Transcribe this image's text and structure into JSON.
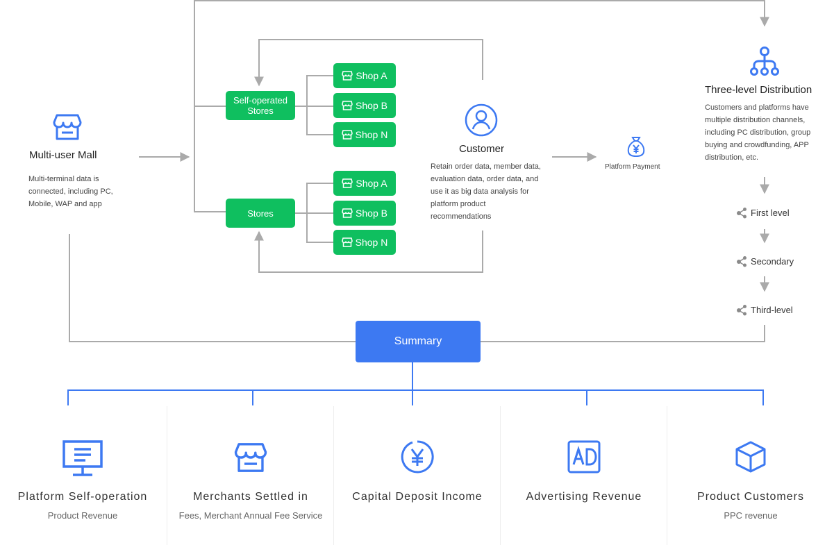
{
  "colors": {
    "green": "#0fbf5f",
    "blue": "#3d79f2",
    "connector_gray": "#aaaaaa"
  },
  "mall": {
    "icon": "store-icon",
    "title": "Multi-user Mall",
    "description": "Multi-terminal data is connected, including PC, Mobile, WAP and app"
  },
  "stores": {
    "self_operated_label_line1": "Self-operated",
    "self_operated_label_line2": "Stores",
    "stores_label": "Stores",
    "self_operated_shops": [
      "Shop A",
      "Shop B",
      "Shop N"
    ],
    "stores_shops": [
      "Shop A",
      "Shop B",
      "Shop N"
    ]
  },
  "customer": {
    "icon": "user-circle-icon",
    "title": "Customer",
    "description": "Retain order data, member data, evaluation data, order data, and use it as big data analysis for platform product recommendations"
  },
  "payment": {
    "icon": "money-bag-icon",
    "label": "Platform Payment"
  },
  "distribution": {
    "icon": "hierarchy-icon",
    "title": "Three-level Distribution",
    "description": "Customers and platforms have multiple distribution channels, including PC distribution,  group buying and crowdfunding, APP distribution, etc.",
    "levels": [
      "First level",
      "Secondary",
      "Third-level"
    ]
  },
  "summary": {
    "label": "Summary"
  },
  "revenue": [
    {
      "icon": "monitor-icon",
      "title": "Platform Self-operation",
      "subtitle": "Product Revenue"
    },
    {
      "icon": "store-icon",
      "title": "Merchants Settled in",
      "subtitle": "Fees, Merchant Annual Fee Service"
    },
    {
      "icon": "yen-circle-icon",
      "title": "Capital Deposit Income",
      "subtitle": ""
    },
    {
      "icon": "ad-icon",
      "title": "Advertising Revenue",
      "subtitle": ""
    },
    {
      "icon": "cube-icon",
      "title": "Product Customers",
      "subtitle": "PPC revenue"
    }
  ]
}
